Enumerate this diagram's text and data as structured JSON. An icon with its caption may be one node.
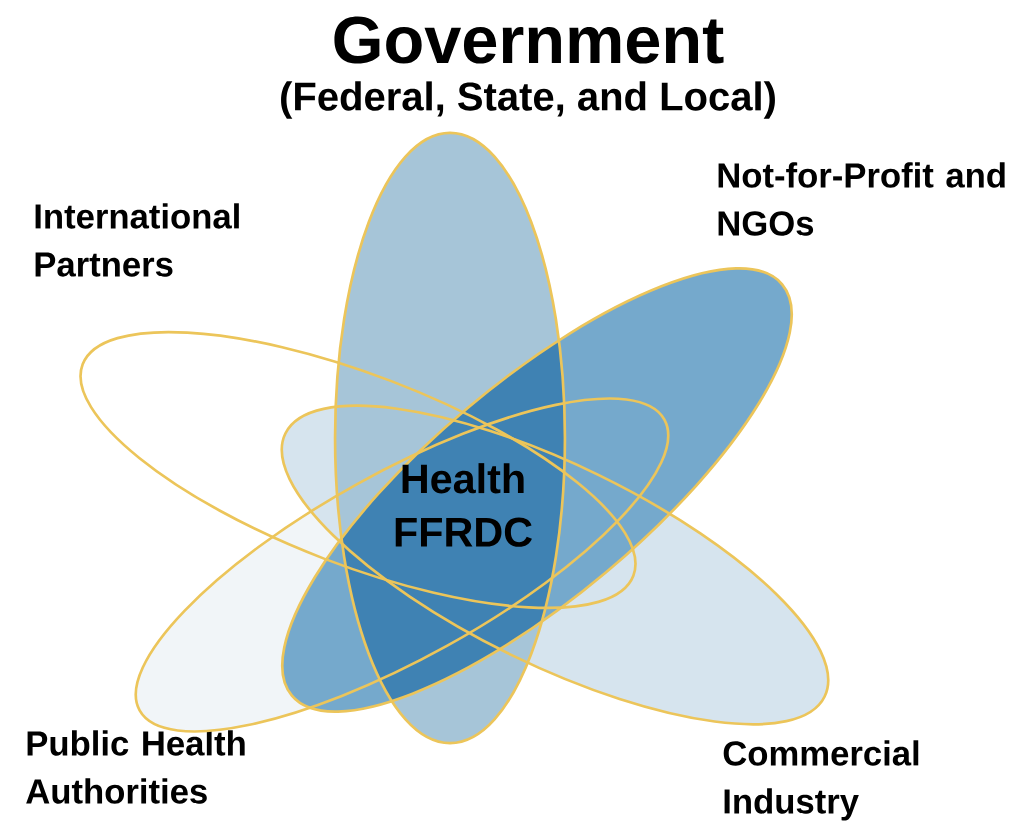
{
  "diagram": {
    "nodes": [
      {
        "text": [
          "Government",
          "(Federal, State, and Local)"
        ]
      },
      {
        "text": [
          "Not-for-Profit and NGOs"
        ]
      },
      {
        "text": [
          "International Partners"
        ]
      },
      {
        "text": [
          "Public Health Authorities"
        ]
      },
      {
        "text": [
          "Commercial Industry"
        ]
      }
    ],
    "labels": [
      "Health FFRDC"
    ]
  }
}
